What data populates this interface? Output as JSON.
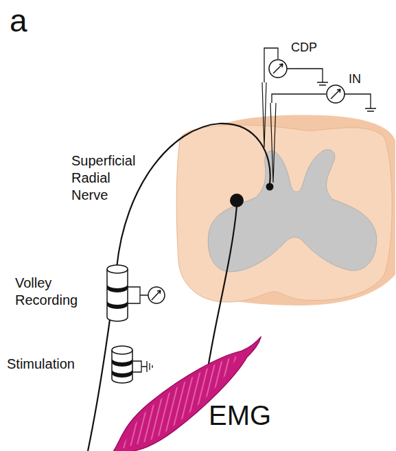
{
  "diagram": {
    "labels": [
      "a",
      "CDP",
      "IN",
      "Superficial Radial Nerve",
      "Volley Recording",
      "Stimulation",
      "EMG"
    ]
  }
}
